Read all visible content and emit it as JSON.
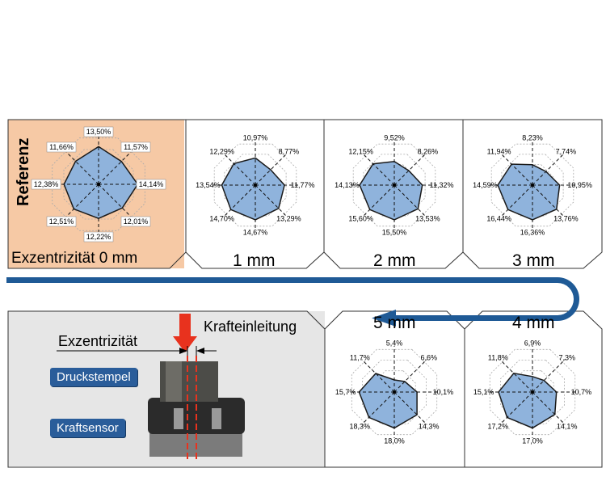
{
  "reference_label": "Referenz",
  "eccentricity_caption": "Exzentrizität 0 mm",
  "panels": [
    {
      "id": "ref",
      "label": "",
      "values": [
        "13,50%",
        "11,57%",
        "14,14%",
        "12,01%",
        "12,22%",
        "12,51%",
        "12,38%",
        "11,66%"
      ],
      "num": [
        13.5,
        11.57,
        14.14,
        12.01,
        12.22,
        12.51,
        12.38,
        11.66
      ]
    },
    {
      "id": "1mm",
      "label": "1 mm",
      "values": [
        "10,97%",
        "8,77%",
        "11,77%",
        "13,29%",
        "14,67%",
        "14,70%",
        "13,54%",
        "12,29%"
      ],
      "num": [
        10.97,
        8.77,
        11.77,
        13.29,
        14.67,
        14.7,
        13.54,
        12.29
      ]
    },
    {
      "id": "2mm",
      "label": "2 mm",
      "values": [
        "9,52%",
        "8,26%",
        "11,32%",
        "13,53%",
        "15,50%",
        "15,60%",
        "14,13%",
        "12,15%"
      ],
      "num": [
        9.52,
        8.26,
        11.32,
        13.53,
        15.5,
        15.6,
        14.13,
        12.15
      ]
    },
    {
      "id": "3mm",
      "label": "3 mm",
      "values": [
        "8,23%",
        "7,74%",
        "10,95%",
        "13,76%",
        "16,36%",
        "16,44%",
        "14,59%",
        "11,94%"
      ],
      "num": [
        8.23,
        7.74,
        10.95,
        13.76,
        16.36,
        16.44,
        14.59,
        11.94
      ]
    },
    {
      "id": "4mm",
      "label": "4 mm",
      "values": [
        "6,9%",
        "7,3%",
        "10,7%",
        "14,1%",
        "17,0%",
        "17,2%",
        "15,1%",
        "11,8%"
      ],
      "num": [
        6.9,
        7.3,
        10.7,
        14.1,
        17.0,
        17.2,
        15.1,
        11.8
      ]
    },
    {
      "id": "5mm",
      "label": "5 mm",
      "values": [
        "5,4%",
        "6,6%",
        "10,1%",
        "14,3%",
        "18,0%",
        "18,3%",
        "15,7%",
        "11,7%"
      ],
      "num": [
        5.4,
        6.6,
        10.1,
        14.3,
        18.0,
        18.3,
        15.7,
        11.7
      ]
    }
  ],
  "diagram": {
    "eccentricity_label": "Exzentrizität",
    "force_label": "Krafteinleitung",
    "druckstempel_label": "Druckstempel",
    "kraftsensor_label": "Kraftsensor"
  },
  "colors": {
    "radar_fill": "#8fb3dc",
    "radar_stroke": "#1a1a1a",
    "arrow_blue": "#1f5a96",
    "reference_bg": "#f6c9a5",
    "force_arrow": "#e8321e",
    "label_box": "#2a5d9a"
  }
}
